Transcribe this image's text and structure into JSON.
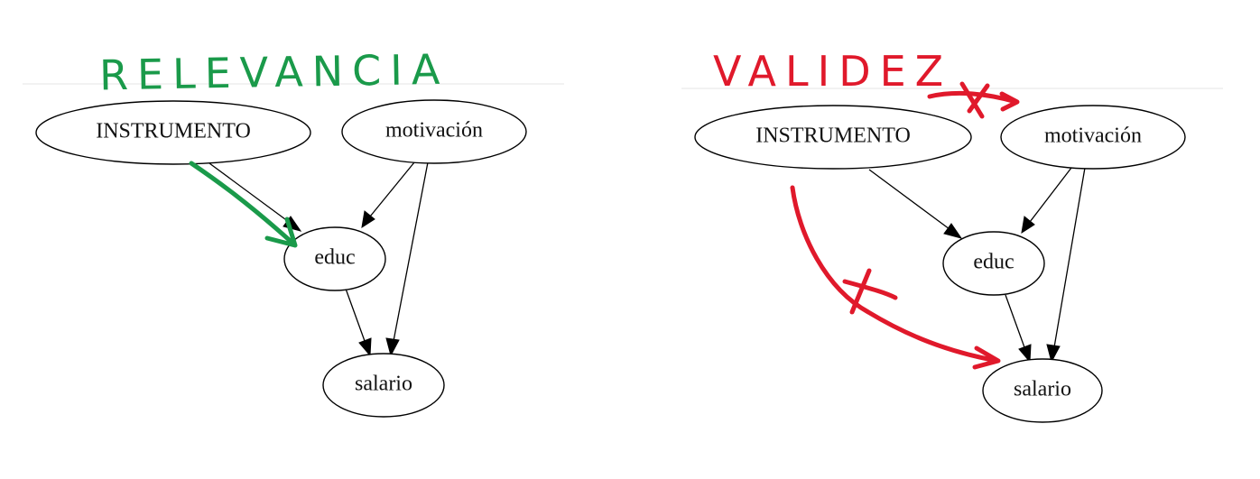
{
  "colors": {
    "green_ink": "#1a9a4a",
    "red_ink": "#e0192b",
    "node_stroke": "#000000"
  },
  "left_panel": {
    "annotation_title": "RELEVANCIA",
    "nodes": {
      "instrument": "INSTRUMENTO",
      "motivation": "motivación",
      "educ": "educ",
      "salary": "salario"
    }
  },
  "right_panel": {
    "annotation_title": "VALIDEZ",
    "nodes": {
      "instrument": "INSTRUMENTO",
      "motivation": "motivación",
      "educ": "educ",
      "salary": "salario"
    }
  }
}
